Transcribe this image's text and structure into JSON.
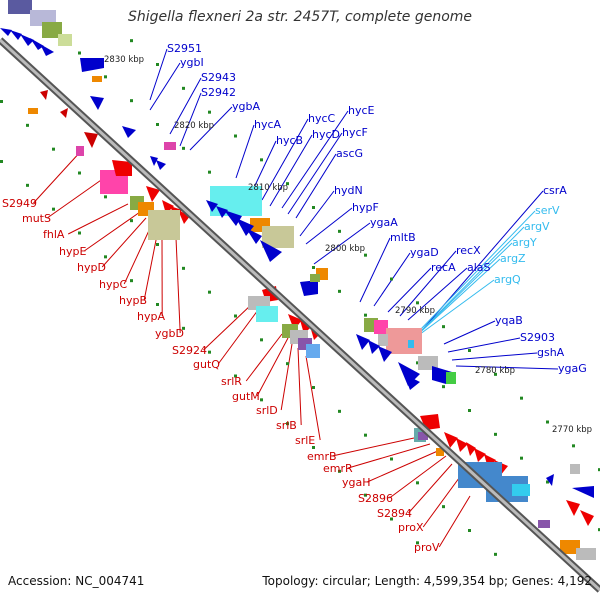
{
  "title": "Shigella flexneri 2a str. 2457T, complete genome",
  "accession": "Accession: NC_004741",
  "summary": "Topology: circular; Length: 4,599,354 bp; Genes: 4,192",
  "colors": {
    "forward": "#0000cc",
    "reverse": "#cc0000",
    "rna": "#33bbee",
    "backbone": "#888888",
    "tick": "#228822"
  },
  "ticks": [
    "2830 kbp",
    "2820 kbp",
    "2810 kbp",
    "2800 kbp",
    "2790 kbp",
    "2780 kbp",
    "2770 kbp"
  ],
  "forward_genes": [
    "S2951",
    "ygbI",
    "S2943",
    "S2942",
    "ygbA",
    "hycA",
    "hycB",
    "hycC",
    "hycD",
    "hycE",
    "hycF",
    "ascG",
    "hydN",
    "hypF",
    "ygaA",
    "mltB",
    "ygaD",
    "recA",
    "recX",
    "alaS",
    "csrA",
    "yqaB",
    "S2903",
    "gshA",
    "ygaG"
  ],
  "rna_genes": [
    "serV",
    "argV",
    "argY",
    "argZ",
    "argQ"
  ],
  "reverse_genes": [
    "S2949",
    "mutS",
    "fhlA",
    "hypE",
    "hypD",
    "hypC",
    "hypB",
    "hypA",
    "ygbD",
    "S2924",
    "gutQ",
    "srlR",
    "gutM",
    "srlD",
    "srlB",
    "srlE",
    "emrB",
    "emrR",
    "ygaH",
    "S2896",
    "S2894",
    "proX",
    "proV"
  ]
}
